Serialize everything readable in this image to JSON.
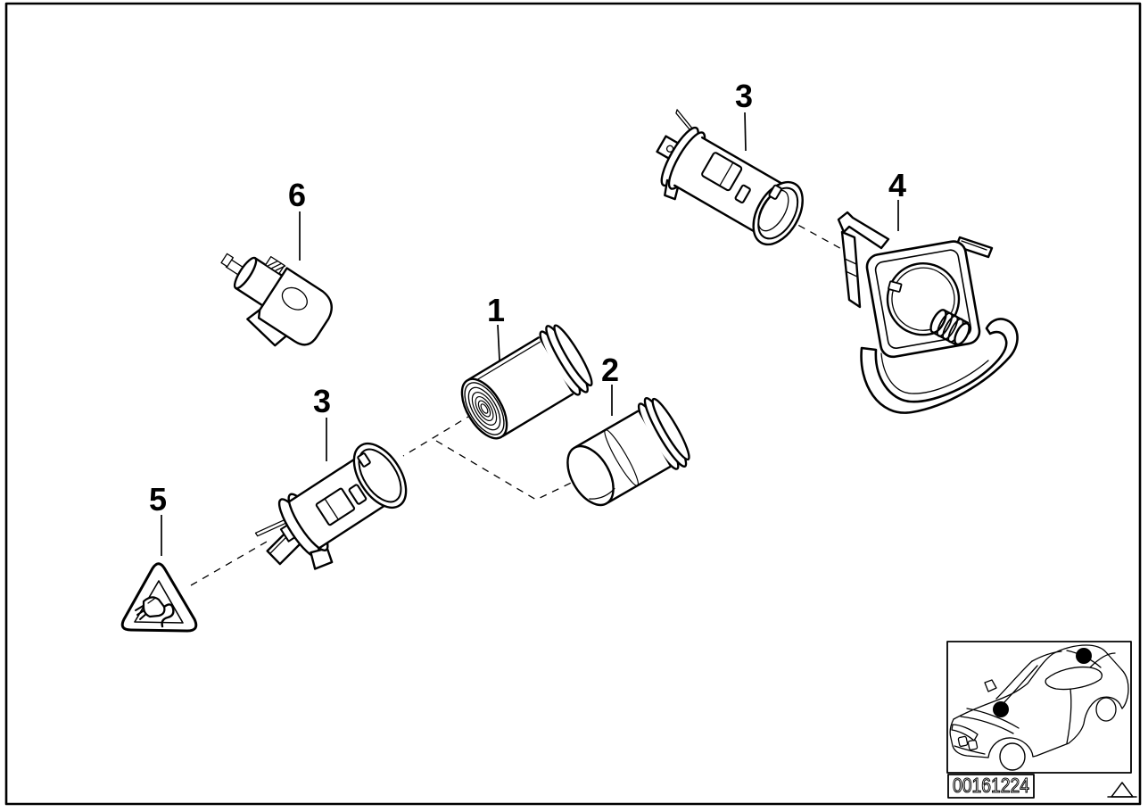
{
  "page": {
    "background": "#ffffff",
    "line_color": "#000000"
  },
  "callouts": {
    "lighter_element": "1",
    "plug_cap": "2",
    "socket_top": "3",
    "socket_bottom": "3",
    "holder": "4",
    "warning_symbol": "5",
    "bulb_socket": "6"
  },
  "inset": {
    "diagram_number": "00161224"
  },
  "icons": {
    "warning_triangle_icon": "rounded-triangle-outline",
    "plug_icon": "plug-with-cord-glyph",
    "orientation_triangle_icon": "small-triangle-outline",
    "location_dot": "filled-black-circle"
  }
}
